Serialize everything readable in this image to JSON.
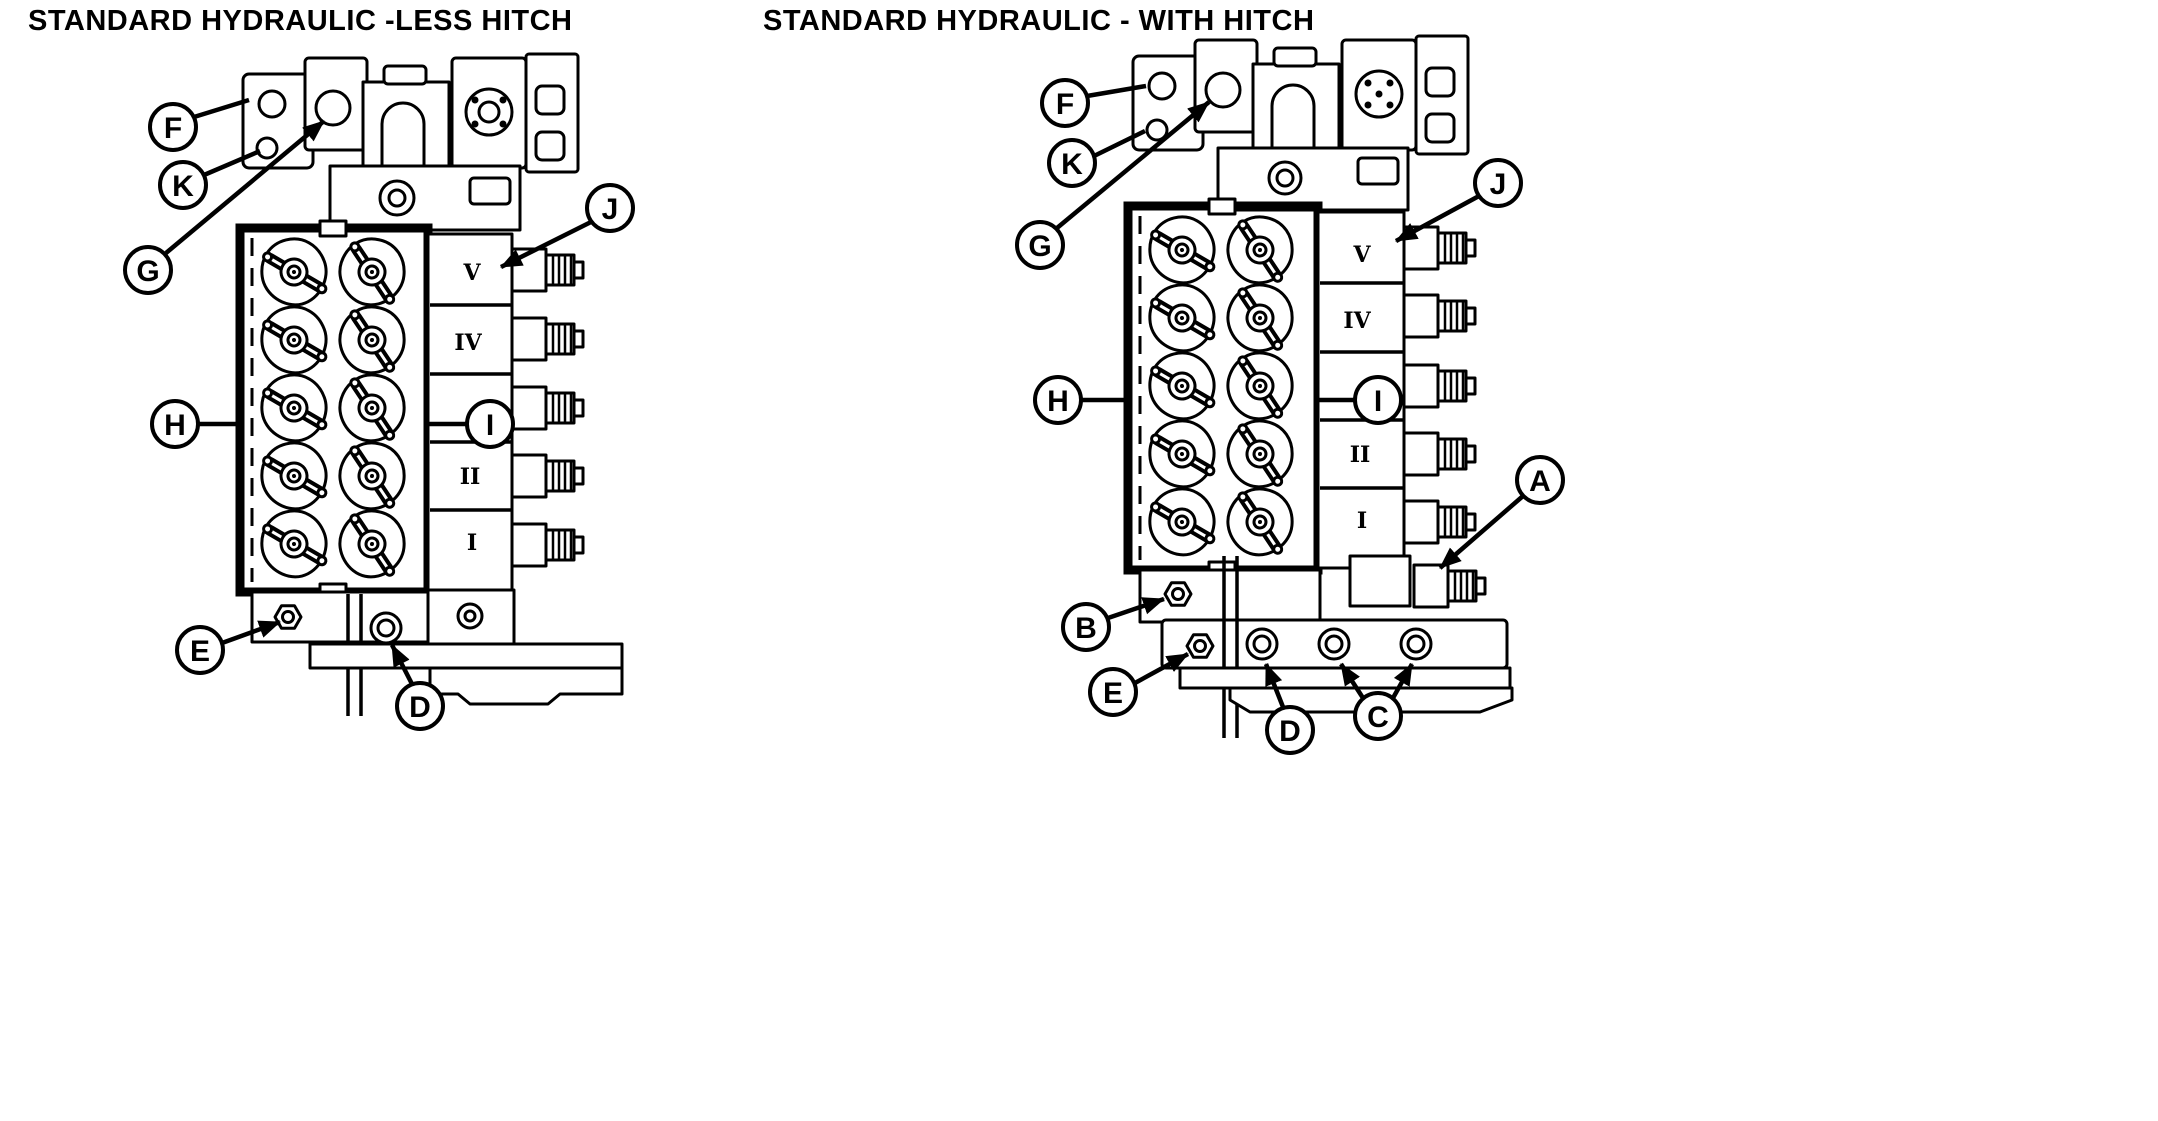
{
  "fig": {
    "left": {
      "title": "STANDARD HYDRAULIC -LESS HITCH",
      "callouts": {
        "f": "F",
        "k": "K",
        "g": "G",
        "j": "J",
        "h": "H",
        "i": "I",
        "e": "E",
        "d": "D"
      },
      "sections": [
        "V",
        "IV",
        "II",
        "I"
      ]
    },
    "right": {
      "title": "STANDARD HYDRAULIC - WITH HITCH",
      "callouts": {
        "f": "F",
        "k": "K",
        "g": "G",
        "j": "J",
        "h": "H",
        "i": "I",
        "a": "A",
        "b": "B",
        "c": "C",
        "d": "D",
        "e": "E"
      },
      "sections": [
        "V",
        "IV",
        "II",
        "I"
      ]
    }
  }
}
